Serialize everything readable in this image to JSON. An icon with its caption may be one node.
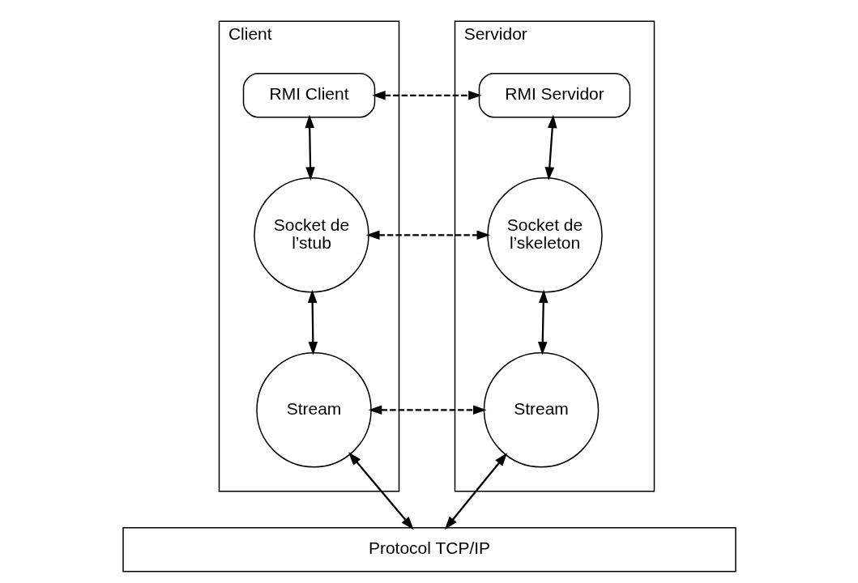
{
  "diagram": {
    "nodes": [
      {
        "text": [
          "Client"
        ]
      },
      {
        "text": [
          "RMI Client"
        ],
        "in": 0
      },
      {
        "text": [
          "Socket de l’stub"
        ],
        "in": 0
      },
      {
        "text": [
          "Stream"
        ],
        "in": 0
      },
      {
        "text": [
          "Servidor"
        ]
      },
      {
        "text": [
          "RMI Servidor"
        ],
        "in": 4
      },
      {
        "text": [
          "Socket de l’skeleton"
        ],
        "in": 4
      },
      {
        "text": [
          "Stream"
        ],
        "in": 4
      },
      {
        "text": [
          "Protocol TCP/IP"
        ]
      }
    ],
    "edges": [
      {
        "from": 1,
        "to": 5,
        "arrow": "both",
        "style": "dashed"
      },
      {
        "from": 1,
        "to": 2,
        "arrow": "both"
      },
      {
        "from": 2,
        "to": 6,
        "arrow": "both",
        "style": "dashed"
      },
      {
        "from": 5,
        "to": 6,
        "arrow": "both"
      },
      {
        "from": 2,
        "to": 3,
        "arrow": "both"
      },
      {
        "from": 6,
        "to": 7,
        "arrow": "both"
      },
      {
        "from": 3,
        "to": 7,
        "arrow": "both",
        "style": "dashed"
      },
      {
        "from": 3,
        "to": 8,
        "arrow": "both"
      },
      {
        "from": 7,
        "to": 8,
        "arrow": "both"
      }
    ]
  }
}
